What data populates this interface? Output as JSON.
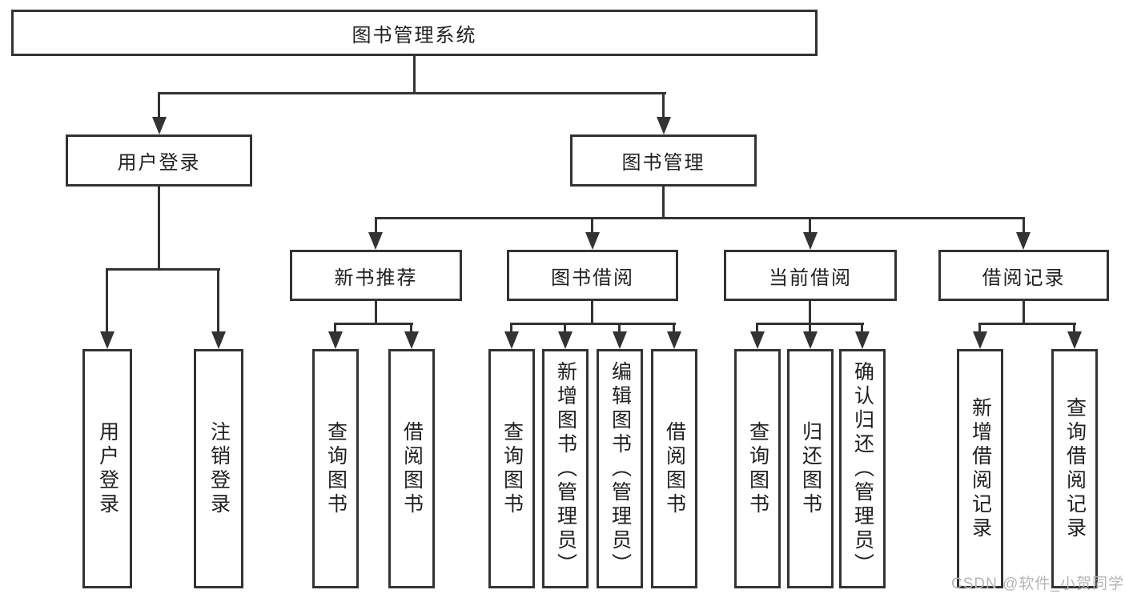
{
  "diagram": {
    "kind": "hierarchy-tree",
    "line_color": "#333333",
    "background": "#ffffff",
    "text_color": "#1f1f1f"
  },
  "tree": {
    "label": "图书管理系统",
    "children": [
      {
        "label": "用户登录",
        "children": [
          {
            "label": "用户登录"
          },
          {
            "label": "注销登录"
          }
        ]
      },
      {
        "label": "图书管理",
        "children": [
          {
            "label": "新书推荐",
            "children": [
              {
                "label": "查询图书"
              },
              {
                "label": "借阅图书"
              }
            ]
          },
          {
            "label": "图书借阅",
            "children": [
              {
                "label": "查询图书"
              },
              {
                "label": "新增图书（管理员）"
              },
              {
                "label": "编辑图书（管理员）"
              },
              {
                "label": "借阅图书"
              }
            ]
          },
          {
            "label": "当前借阅",
            "children": [
              {
                "label": "查询图书"
              },
              {
                "label": "归还图书"
              },
              {
                "label": "确认归还（管理员）"
              }
            ]
          },
          {
            "label": "借阅记录",
            "children": [
              {
                "label": "新增借阅记录"
              },
              {
                "label": "查询借阅记录"
              }
            ]
          }
        ]
      }
    ]
  },
  "watermark": {
    "text": "CSDN @软件_小贺同学"
  }
}
